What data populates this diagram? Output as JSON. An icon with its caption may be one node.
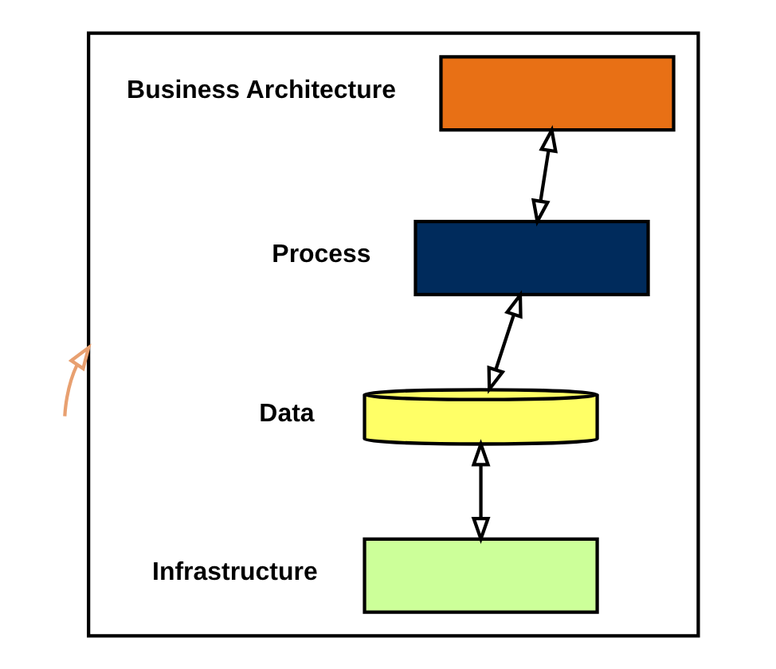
{
  "diagram": {
    "nodes": [
      {
        "text": [],
        "shape": "box"
      },
      {
        "text": [],
        "shape": "box",
        "beside": [
          "Business Architecture"
        ],
        "in": 0
      },
      {
        "text": [],
        "shape": "box",
        "beside": [
          "Process"
        ],
        "in": 0
      },
      {
        "text": [],
        "shape": "cylinder",
        "beside": [
          "Data"
        ],
        "in": 0
      },
      {
        "text": [],
        "shape": "box",
        "beside": [
          "Infrastructure"
        ],
        "in": 0
      }
    ],
    "edges": [
      {
        "from": 1,
        "to": 2,
        "arrow": "both"
      },
      {
        "from": 2,
        "to": 3,
        "arrow": "both"
      },
      {
        "from": 3,
        "to": 4,
        "arrow": "both"
      },
      {
        "from": null,
        "to": 0,
        "arrow": "to",
        "color": "#e8a070"
      }
    ]
  }
}
